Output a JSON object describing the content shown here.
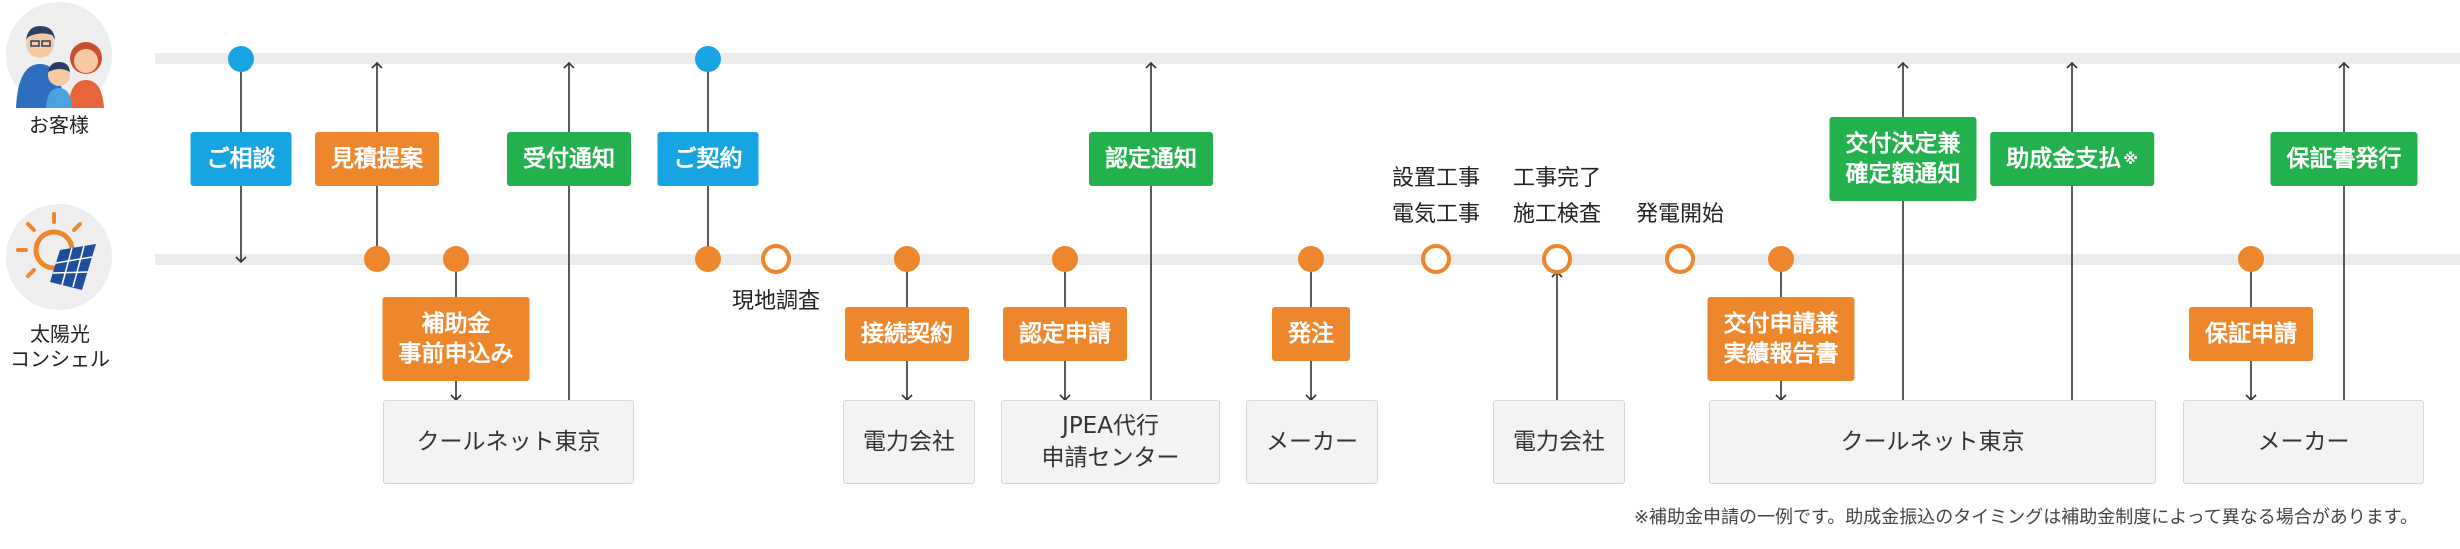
{
  "actors": {
    "customer": {
      "label": "お客様"
    },
    "concierge": {
      "label": "太陽光\nコンシェル"
    }
  },
  "labels": {
    "soudan": "ご相談",
    "mitsumori": "見積提案",
    "uketsuke": "受付通知",
    "keiyaku": "ご契約",
    "nintei_tsuchi": "認定通知",
    "koufu_kettei": "交付決定兼\n確定額通知",
    "josei_shiharai": "助成金支払",
    "josei_shiharai_mark": "※",
    "hoshousho": "保証書発行",
    "hojokin": "補助金\n事前申込み",
    "setsuzoku": "接続契約",
    "nintei_shinsei": "認定申請",
    "hacchu": "発注",
    "koufu_shinsei": "交付申請兼\n実績報告書",
    "hoshou_shinsei": "保証申請"
  },
  "milestones": {
    "genchi": "現地調査",
    "setchi": "設置工事\n電気工事",
    "kanryou": "工事完了\n施工検査",
    "hatsuden": "発電開始"
  },
  "entities": {
    "coolnet1": "クールネット東京",
    "denryoku1": "電力会社",
    "jpea": "JPEA代行\n申請センター",
    "maker1": "メーカー",
    "denryoku2": "電力会社",
    "coolnet2": "クールネット東京",
    "maker2": "メーカー"
  },
  "footnote": "※補助金申請の一例です。助成金振込のタイミングは補助金制度によって異なる場合があります。",
  "colors": {
    "blue": "#17a4e3",
    "orange": "#ee862c",
    "green": "#22b14c",
    "track": "#ececec",
    "line": "#333333"
  },
  "icons": {
    "customer": "family-avatar-icon",
    "concierge": "solar-panel-logo-icon"
  }
}
